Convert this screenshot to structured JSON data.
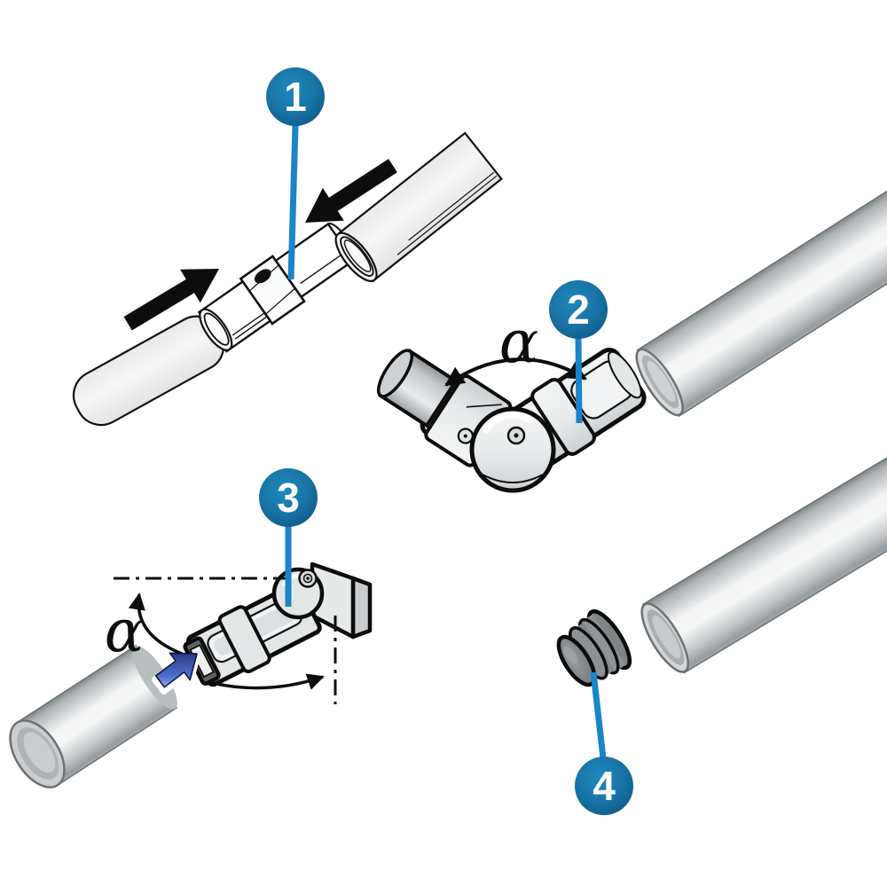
{
  "diagram": {
    "type": "assembly-instruction-diagram",
    "subject": "tube connector fittings",
    "background": "#ffffff",
    "colors": {
      "callout_center": "#2089c0",
      "callout_edge": "#0e5a85",
      "leader_line": "#1a85c9",
      "outline_black": "#0c0c0c",
      "metal_highlight": "#f3f4f5",
      "metal_shadow": "#82878a",
      "cap_gray": "#85898b",
      "insert_arrow_blue": "#2e4fb8"
    },
    "callouts": [
      {
        "label": "1",
        "part": "inline-tube-coupler"
      },
      {
        "label": "2",
        "part": "adjustable-elbow-connector"
      },
      {
        "label": "3",
        "part": "wall-mount-swivel-bracket"
      },
      {
        "label": "4",
        "part": "tube-end-cap"
      }
    ],
    "angle_annotations": [
      {
        "symbol": "α",
        "location": "elbow-connector-angle"
      },
      {
        "symbol": "α",
        "location": "wall-bracket-angle"
      }
    ]
  }
}
